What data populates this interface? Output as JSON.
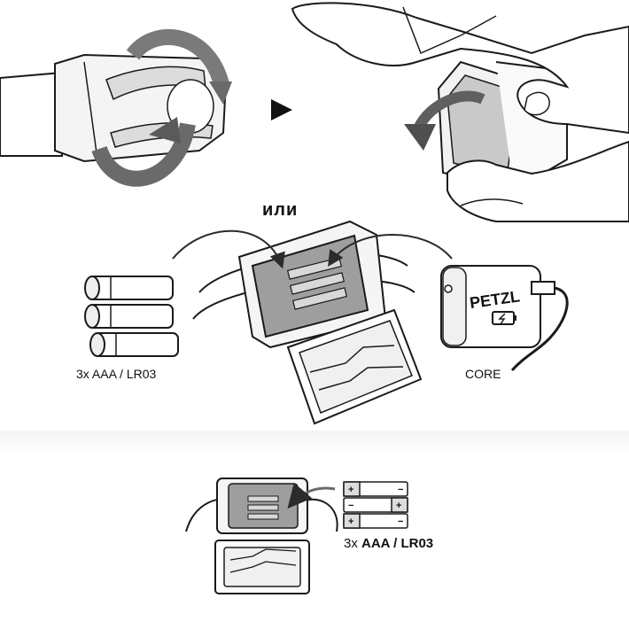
{
  "labels": {
    "or": "или",
    "batteries_top": "3x AAA / LR03",
    "core": "CORE",
    "batteries_bottom_count": "3x",
    "batteries_bottom_type": "AAA / LR03"
  },
  "core_battery": {
    "brand": "PETZL"
  },
  "colors": {
    "line": "#1a1a1a",
    "arrow_gray": "#6f6f6f",
    "fill_light": "#f2f2f2",
    "fill_dark": "#bdbdbd",
    "pack_gray": "#9a9a9a"
  }
}
